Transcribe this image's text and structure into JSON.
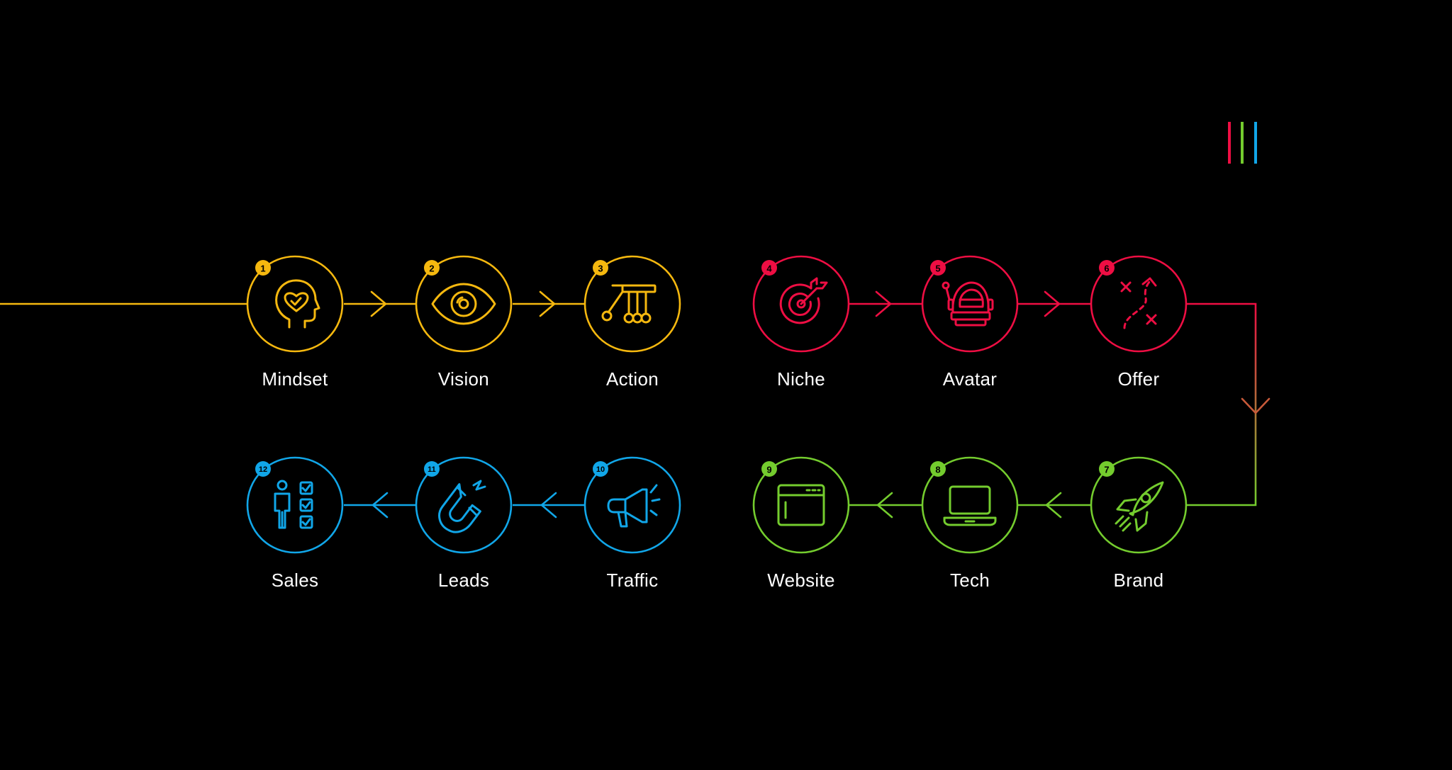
{
  "colors": {
    "background": "#000000",
    "label": "#ffffff",
    "yellow": "#F5B80F",
    "red": "#EE0E43",
    "green": "#74CC2E",
    "blue": "#11A6E8"
  },
  "logo": {
    "bars": [
      "#EE0E43",
      "#74CC2E",
      "#11A6E8"
    ]
  },
  "steps": [
    {
      "number": "1",
      "label": "Mindset",
      "icon": "head-heart-icon",
      "color": "yellow"
    },
    {
      "number": "2",
      "label": "Vision",
      "icon": "eye-icon",
      "color": "yellow"
    },
    {
      "number": "3",
      "label": "Action",
      "icon": "newtons-cradle-icon",
      "color": "yellow"
    },
    {
      "number": "4",
      "label": "Niche",
      "icon": "target-icon",
      "color": "red"
    },
    {
      "number": "5",
      "label": "Avatar",
      "icon": "astronaut-helmet-icon",
      "color": "red"
    },
    {
      "number": "6",
      "label": "Offer",
      "icon": "strategy-play-icon",
      "color": "red"
    },
    {
      "number": "7",
      "label": "Brand",
      "icon": "rocket-icon",
      "color": "green"
    },
    {
      "number": "8",
      "label": "Tech",
      "icon": "laptop-icon",
      "color": "green"
    },
    {
      "number": "9",
      "label": "Website",
      "icon": "browser-window-icon",
      "color": "green"
    },
    {
      "number": "10",
      "label": "Traffic",
      "icon": "megaphone-icon",
      "color": "blue"
    },
    {
      "number": "11",
      "label": "Leads",
      "icon": "magnet-icon",
      "color": "blue"
    },
    {
      "number": "12",
      "label": "Sales",
      "icon": "person-checklist-icon",
      "color": "blue"
    }
  ]
}
